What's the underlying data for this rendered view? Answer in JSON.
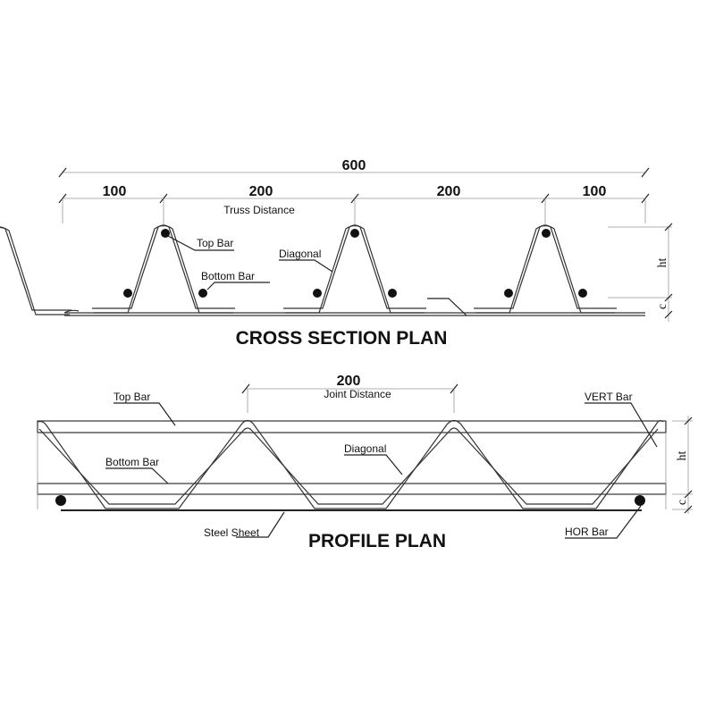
{
  "cross_section": {
    "title": "CROSS SECTION PLAN",
    "total_width": "600",
    "segments": [
      "100",
      "200",
      "200",
      "100"
    ],
    "truss_distance_label": "Truss Distance",
    "labels": {
      "top_bar": "Top Bar",
      "bottom_bar": "Bottom Bar",
      "diagonal": "Diagonal"
    },
    "height_symbol": "ht",
    "cover_symbol": "c"
  },
  "profile": {
    "title": "PROFILE PLAN",
    "joint_distance_value": "200",
    "joint_distance_label": "Joint Distance",
    "labels": {
      "top_bar": "Top Bar",
      "bottom_bar": "Bottom Bar",
      "diagonal": "Diagonal",
      "vert_bar": "VERT Bar",
      "steel_sheet": "Steel Sheet",
      "hor_bar": "HOR Bar"
    },
    "height_symbol": "ht",
    "cover_symbol": "c"
  }
}
